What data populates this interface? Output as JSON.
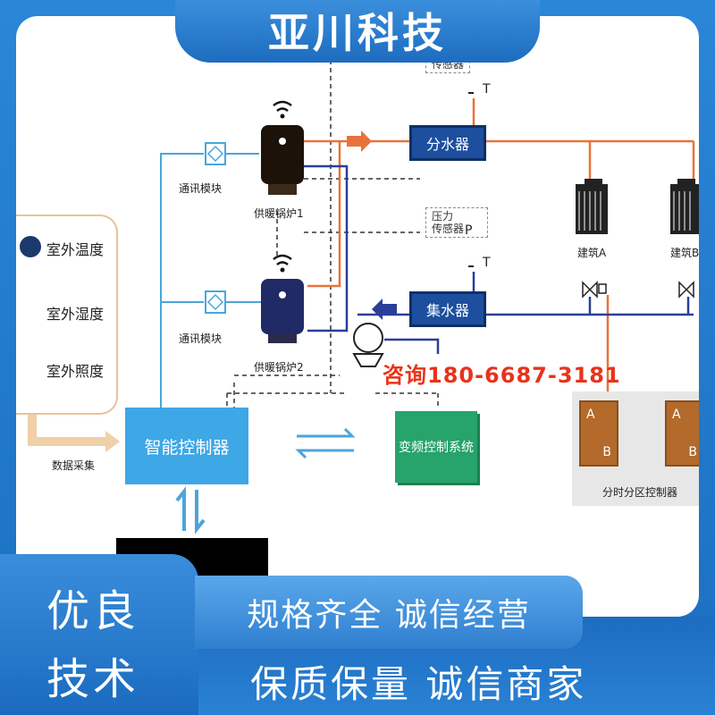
{
  "header": {
    "title": "亚川科技"
  },
  "sensors": [
    {
      "label": "室外温度",
      "color": "#1a3a6e"
    },
    {
      "label": "室外湿度",
      "color": "#2b64b8"
    },
    {
      "label": "室外照度",
      "color": "#f0b24a"
    }
  ],
  "diagram": {
    "comm_module_1": "通讯模块",
    "comm_module_2": "通讯模块",
    "boiler_1": "供暖锅炉1",
    "boiler_2": "供暖锅炉2",
    "supply_manifold": "分水器",
    "return_manifold": "集水器",
    "pressure_sensor": "压力\n传感器",
    "pressure_symbol": "P",
    "temp_symbol_1": "T",
    "temp_symbol_2": "T",
    "top_sensor": "传感器",
    "building_a": "建筑A",
    "building_b": "建筑B",
    "data_collection": "数据采集",
    "smart_controller": "智能控制器",
    "vfd_system": "变频控制系统",
    "zone_controller": "分时分区控制器",
    "zone_a": "A",
    "zone_b": "B",
    "hotline": "咨询180-6687-3181"
  },
  "colors": {
    "supply_pipe": "#e8733a",
    "return_pipe": "#2a3f9a",
    "signal_line": "#4aa6da",
    "brand_blue": "#1f78c8"
  },
  "banner": {
    "left_line1": "优良",
    "left_line2": "技术",
    "pill_text": "规格齐全  诚信经营",
    "bottom_text": "保质保量  诚信商家"
  }
}
